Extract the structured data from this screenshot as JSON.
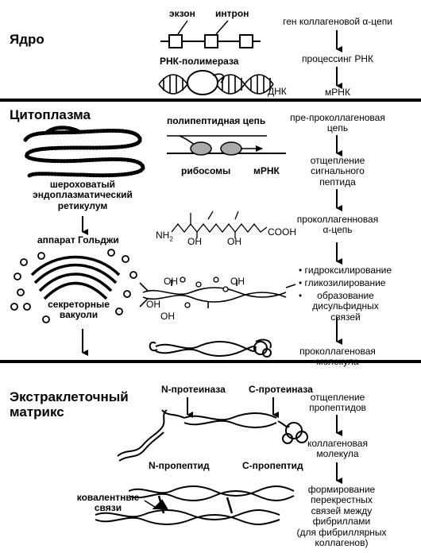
{
  "sections": {
    "nucleus": "Ядро",
    "cytoplasm": "Цитоплазма",
    "extracellular": "Экстраклеточный\nматрикс"
  },
  "nucleus": {
    "exon": "экзон",
    "intron": "интрон",
    "rna_polymerase": "РНК-полимераза",
    "dna": "ДНК",
    "step_gene": "ген коллагеновой α-цепи",
    "step_processing": "процессинг РНК",
    "step_mrna": "мРНК"
  },
  "cytoplasm": {
    "polypeptide_chain": "полипептидная цепь",
    "ribosomes": "рибосомы",
    "mrna": "мРНК",
    "rough_er": "шероховатый\nэндоплазматический\nретикулум",
    "golgi": "аппарат Гольджи",
    "secretory_vacuoles": "секреторные\nвакуоли",
    "nh2": "NH",
    "nh2_sub": "2",
    "cooh": "COOH",
    "oh": "OH",
    "step_prepro": "пре-проколлагеновая\nцепь",
    "step_signal": "отщепление\nсигнального\nпептида",
    "step_procollagen_chain": "проколлагенновая\nα-цепь",
    "modifications": [
      "гидроксилирование",
      "гликозилирование",
      "образование\nдисульфидных\nсвязей"
    ],
    "bullet": "•",
    "step_procollagen_molecule": "проколлагеновая\nмолекула"
  },
  "matrix": {
    "n_proteinase": "N-протеиназа",
    "c_proteinase": "С-протеиназа",
    "n_propeptide": "N-пропептид",
    "c_propeptide": "С-пропептид",
    "covalent_bonds": "ковалентные\nсвязи",
    "step_cleavage": "отщепление\nпропептидов",
    "step_collagen": "коллагеновая\nмолекула",
    "step_crosslinks": "формирование\nперекрестных\nсвязей между\nфибриллами\n(для фибриллярных\nколлагенов)"
  }
}
